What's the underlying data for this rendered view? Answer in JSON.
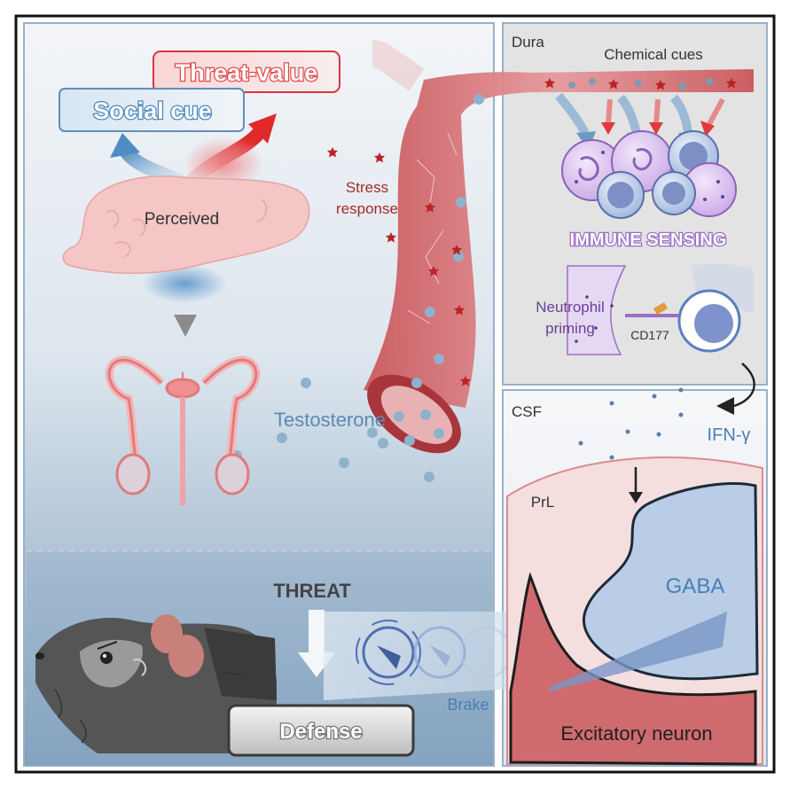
{
  "labels": {
    "threat_value": "Threat-value",
    "social_cue": "Social cue",
    "perceived": "Perceived",
    "stress_line1": "Stress",
    "stress_line2": "response",
    "testosterone": "Testosterone",
    "threat": "THREAT",
    "defense": "Defense",
    "brake": "Brake",
    "dura": "Dura",
    "chemical_cues": "Chemical cues",
    "immune_sensing": "IMMUNE SENSING",
    "neutrophil_line1": "Neutrophil",
    "neutrophil_line2": "priming",
    "cd177": "CD177",
    "csf": "CSF",
    "ifn": "IFN-γ",
    "prl": "PrL",
    "gaba": "GABA",
    "excitatory": "Excitatory neuron"
  },
  "colors": {
    "threat_red": "#d9363e",
    "social_blue": "#4a86b8",
    "vessel": "#d9777a",
    "testosterone_dot": "#8fb2cc",
    "stress_star": "#b22222",
    "immune_purple": "#9b6fc5",
    "gaba_fill": "#b9cde6",
    "excitatory_fill": "#cf6b6f",
    "panel_border": "#1a1a1a",
    "right_panel_bg": "#e4e4e4"
  },
  "icons": [
    "brain-icon",
    "reproductive-organ-icon",
    "mouse-icon",
    "neuron-icon",
    "immune-cell-icon",
    "star-icon"
  ]
}
